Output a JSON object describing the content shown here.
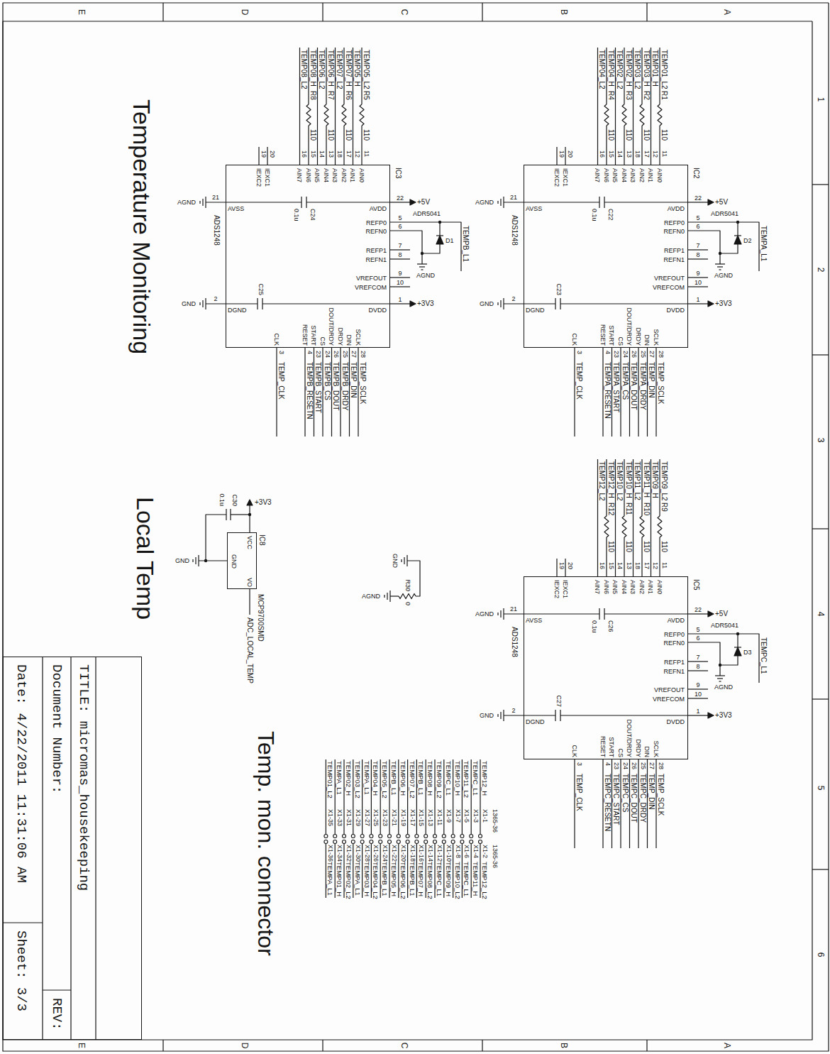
{
  "diagram": {
    "title": "Temperature Monitoring",
    "nodes": [
      {
        "text": [
          "IC2",
          "ADS1248",
          "AIN0",
          "AIN1",
          "AIN2",
          "AIN3",
          "AIN4",
          "AIN5",
          "AIN6",
          "AIN7",
          "IEXC1",
          "IEXC2",
          "AVDD",
          "REFP0",
          "REFN0",
          "REFP1",
          "REFN1",
          "VREFOUT",
          "VREFCOM",
          "DVDD",
          "AVSS",
          "DGND",
          "SCLK",
          "DIN",
          "DRDY",
          "DOUT/DRDY",
          "CS",
          "START",
          "RESET",
          "CLK"
        ]
      },
      {
        "text": [
          "IC3",
          "ADS1248",
          "AIN0",
          "AIN1",
          "AIN2",
          "AIN3",
          "AIN4",
          "AIN5",
          "AIN6",
          "AIN7",
          "IEXC1",
          "IEXC2",
          "AVDD",
          "REFP0",
          "REFN0",
          "REFP1",
          "REFN1",
          "VREFOUT",
          "VREFCOM",
          "DVDD",
          "AVSS",
          "DGND",
          "SCLK",
          "DIN",
          "DRDY",
          "DOUT/DRDY",
          "CS",
          "START",
          "RESET",
          "CLK"
        ]
      },
      {
        "text": [
          "IC5",
          "ADS1248",
          "AIN0",
          "AIN1",
          "AIN2",
          "AIN3",
          "AIN4",
          "AIN5",
          "AIN6",
          "AIN7",
          "IEXC1",
          "IEXC2",
          "AVDD",
          "REFP0",
          "REFN0",
          "REFP1",
          "REFN1",
          "VREFOUT",
          "VREFCOM",
          "DVDD",
          "AVSS",
          "DGND",
          "SCLK",
          "DIN",
          "DRDY",
          "DOUT/DRDY",
          "CS",
          "START",
          "RESET",
          "CLK"
        ]
      },
      {
        "text": [
          "IC8",
          "MCP9700SMD",
          "VCC",
          "VO",
          "GND"
        ]
      },
      {
        "text": [
          "TITLE: micromas_housekeeping",
          "Document Number:",
          "REV:",
          "Date: 4/22/2011 11:31:06 AM",
          "Sheet: 3/3"
        ]
      }
    ],
    "labels": [
      "TEMP01_L2",
      "R1",
      "110",
      "11",
      "TEMP01_H",
      "12",
      "TEMP03_H",
      "R2",
      "110",
      "17",
      "TEMP03_L2",
      "18",
      "TEMP02_H",
      "R3",
      "110",
      "13",
      "TEMP02_L2",
      "14",
      "TEMP04_H",
      "R4",
      "110",
      "15",
      "TEMP04_L2",
      "16",
      "20",
      "19",
      "22",
      "5",
      "6",
      "7",
      "8",
      "9",
      "10",
      "1",
      "+5V",
      "+3V3",
      "ADR5041",
      "D2",
      "AGND",
      "TEMPA_L1",
      "C22",
      "0.1u",
      "C23",
      "21",
      "2",
      "AGND",
      "GND",
      "28",
      "TEMP_SCLK",
      "27",
      "TEMP_DIN",
      "25",
      "TEMPA_DRDY",
      "26",
      "TEMPA_DOUT",
      "24",
      "TEMPA_CS",
      "23",
      "TEMPA_START",
      "4",
      "TEMPA_RESETN",
      "3",
      "TEMP_CLK",
      "TEMP05_L2",
      "R5",
      "110",
      "11",
      "TEMP05_H",
      "12",
      "TEMP07_H",
      "R6",
      "110",
      "17",
      "TEMP07_L2",
      "18",
      "TEMP06_H",
      "R7",
      "110",
      "13",
      "TEMP06_L2",
      "14",
      "TEMP08_H",
      "R8",
      "110",
      "15",
      "TEMP08_L2",
      "16",
      "20",
      "19",
      "22",
      "5",
      "6",
      "7",
      "8",
      "9",
      "10",
      "1",
      "+5V",
      "+3V3",
      "ADR5041",
      "D1",
      "AGND",
      "TEMPB_L1",
      "C24",
      "0.1u",
      "C25",
      "21",
      "2",
      "AGND",
      "GND",
      "28",
      "TEMP_SCLK",
      "27",
      "TEMP_DIN",
      "25",
      "TEMPB_DRDY",
      "26",
      "TEMPB_DOUT",
      "24",
      "TEMPB_CS",
      "23",
      "TEMPB_START",
      "4",
      "TEMPB_RESETN",
      "3",
      "TEMP_CLK",
      "TEMP09_L2",
      "R9",
      "110",
      "11",
      "TEMP09_H",
      "12",
      "TEMP11_H",
      "R10",
      "110",
      "17",
      "TEMP11_L2",
      "18",
      "TEMP10_H",
      "R11",
      "110",
      "13",
      "TEMP10_L2",
      "14",
      "TEMP12_H",
      "R12",
      "110",
      "15",
      "TEMP12_L2",
      "16",
      "20",
      "19",
      "22",
      "5",
      "6",
      "7",
      "8",
      "9",
      "10",
      "1",
      "+5V",
      "+3V3",
      "ADR5041",
      "D3",
      "AGND",
      "TEMPC_L1",
      "C26",
      "0.1u",
      "C27",
      "21",
      "2",
      "AGND",
      "GND",
      "28",
      "TEMP_SCLK",
      "27",
      "TEMP_DIN",
      "25",
      "TEMPC_DRDY",
      "26",
      "TEMPC_DOUT",
      "24",
      "TEMPC_CS",
      "23",
      "TEMPC_START",
      "4",
      "TEMPC_RESETN",
      "3",
      "TEMP_CLK",
      "+3V3",
      "C30",
      "0.1u",
      "ADC_LOCAL_TEMP",
      "GND",
      "GND",
      "R30",
      "0",
      "AGND",
      "Local Temp",
      "Temp. mon. connector",
      "1365-36",
      "1365-36",
      "TEMP12_H",
      "X1-1",
      "X1-2",
      "TEMP12_L2",
      "TEMPC_L1",
      "X1-3",
      "X1-4",
      "TEMP11_H",
      "TEMP11_L2",
      "X1-5",
      "X1-6",
      "TEMPC_L1",
      "TEMP10_H",
      "X1-7",
      "X1-8",
      "TEMP10_L2",
      "TEMPC_L1",
      "X1-9",
      "X1-10",
      "TEMP09_H",
      "TEMP09_L2",
      "X1-11",
      "X1-12",
      "TEMPC_L1",
      "TEMP08_H",
      "X1-13",
      "X1-14",
      "TEMP08_L2",
      "TEMPB_L1",
      "X1-15",
      "X1-16",
      "TEMP07_H",
      "TEMP07_L2",
      "X1-17",
      "X1-18",
      "TEMPB_L1",
      "TEMP06_H",
      "X1-19",
      "X1-20",
      "TEMP06_L2",
      "TEMPB_L1",
      "X1-21",
      "X1-22",
      "TEMP05_H",
      "TEMP05_L2",
      "X1-23",
      "X1-24",
      "TEMPB_L1",
      "TEMP04_H",
      "X1-25",
      "X1-26",
      "TEMP04_L2",
      "TEMPA_L1",
      "X1-27",
      "X1-28",
      "TEMP03_H",
      "TEMP03_L2",
      "X1-29",
      "X1-30",
      "TEMPA_L1",
      "TEMP02_H",
      "X1-31",
      "X1-32",
      "TEMP02_L2",
      "TEMPA_L1",
      "X1-33",
      "X1-34",
      "TEMP01_H",
      "TEMP01_L2",
      "X1-35",
      "X1-36",
      "TEMPA_L1",
      "1",
      "2",
      "3",
      "4",
      "5",
      "6",
      "A",
      "B",
      "C",
      "D",
      "E",
      "A",
      "B",
      "C",
      "D",
      "E"
    ]
  }
}
